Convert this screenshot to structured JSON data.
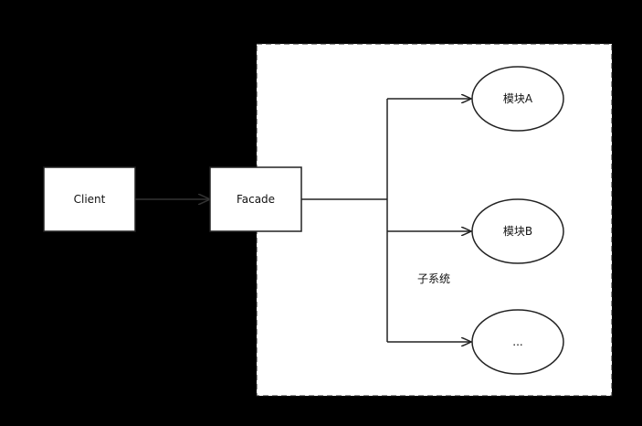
{
  "colors": {
    "background": "#000000",
    "subsystem_fill": "#ffffff",
    "box_fill": "#ffffff",
    "stroke": "#222222",
    "client_arrow": "#333333"
  },
  "nodes": {
    "client": "Client",
    "facade": "Facade",
    "module_a": "模块A",
    "module_b": "模块B",
    "module_more": "..."
  },
  "subsystem": {
    "label": "子系统"
  }
}
